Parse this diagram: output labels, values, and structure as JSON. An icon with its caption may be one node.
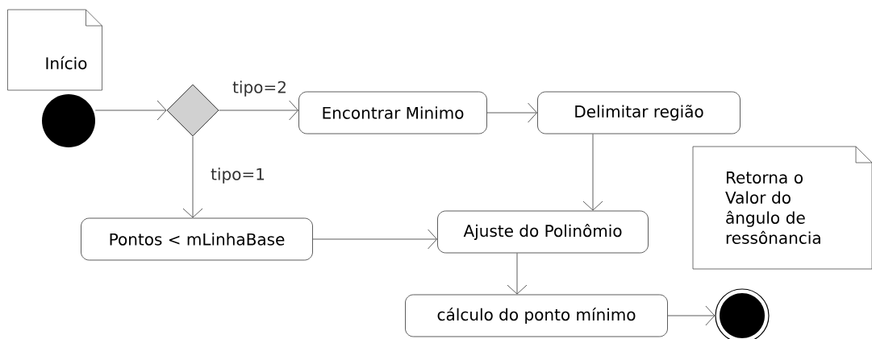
{
  "diagram": {
    "nodes": [
      {
        "text": [
          "Início"
        ]
      },
      {
        "text": [],
        "shape": "circle"
      },
      {
        "text": [],
        "shape": "diamond"
      },
      {
        "text": [
          "Encontrar Minimo"
        ]
      },
      {
        "text": [
          "Delimitar região"
        ]
      },
      {
        "text": [
          "Retorna o Valor do ângulo de ressônancia"
        ]
      },
      {
        "text": [
          "Pontos < mLinhaBase"
        ]
      },
      {
        "text": [
          "Ajuste do Polinômio"
        ]
      },
      {
        "text": [
          "cálculo do ponto mínimo"
        ]
      },
      {
        "text": [],
        "shape": "circle"
      }
    ],
    "edges": [
      {
        "from": 1,
        "to": 2,
        "arrow": "to"
      },
      {
        "from": 2,
        "to": 3,
        "arrow": "to",
        "label": "tipo=2"
      },
      {
        "from": 2,
        "to": 6,
        "arrow": "to",
        "label": "tipo=1"
      },
      {
        "from": 3,
        "to": 4,
        "arrow": "to"
      },
      {
        "from": 4,
        "to": 7,
        "arrow": "to"
      },
      {
        "from": 6,
        "to": 7,
        "arrow": "to"
      },
      {
        "from": 7,
        "to": 8,
        "arrow": "to"
      },
      {
        "from": 8,
        "to": 9,
        "arrow": "to"
      }
    ]
  }
}
